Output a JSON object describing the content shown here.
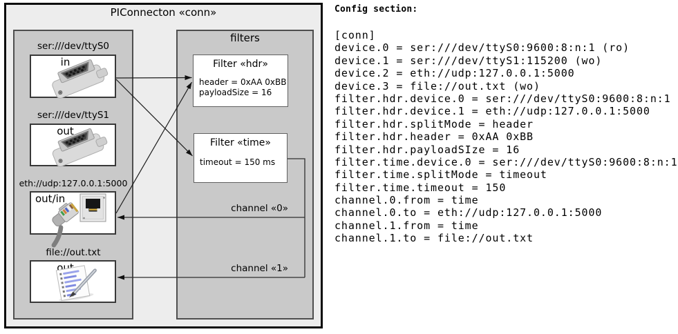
{
  "diagram": {
    "title": "PIConnecton «conn»",
    "devices": [
      {
        "label": "ser:///dev/ttyS0",
        "direction": "in",
        "icon": "serial-connector-icon"
      },
      {
        "label": "ser:///dev/ttyS1",
        "direction": "out",
        "icon": "serial-connector-icon"
      },
      {
        "label": "eth://udp:127.0.0.1:5000",
        "direction": "out/in",
        "icon": "ethernet-plug-icon"
      },
      {
        "label": "file://out.txt",
        "direction": "out",
        "icon": "notepad-pen-icon"
      }
    ],
    "filters_group": {
      "label": "filters",
      "filters": [
        {
          "title": "Filter «hdr»",
          "attributes": [
            "header = 0xAA 0xBB",
            "payloadSize = 16"
          ]
        },
        {
          "title": "Filter «time»",
          "attributes": [
            "timeout = 150 ms"
          ]
        }
      ]
    },
    "channels": [
      {
        "label": "channel «0»"
      },
      {
        "label": "channel «1»"
      }
    ]
  },
  "config": {
    "heading": "Config section:",
    "lines": [
      "[conn]",
      "device.0 = ser:///dev/ttyS0:9600:8:n:1 (ro)",
      "device.1 = ser:///dev/ttyS1:115200 (wo)",
      "device.2 = eth://udp:127.0.0.1:5000",
      "device.3 = file://out.txt (wo)",
      "filter.hdr.device.0 = ser:///dev/ttyS0:9600:8:n:1",
      "filter.hdr.device.1 = eth://udp:127.0.0.1:5000",
      "filter.hdr.splitMode = header",
      "filter.hdr.header = 0xAA 0xBB",
      "filter.hdr.payloadSIze = 16",
      "filter.time.device.0 = ser:///dev/ttyS0:9600:8:n:1",
      "filter.time.splitMode = timeout",
      "filter.time.timeout = 150",
      "channel.0.from = time",
      "channel.0.to = eth://udp:127.0.0.1:5000",
      "channel.1.from = time",
      "channel.1.to = file://out.txt"
    ]
  },
  "colors": {
    "outer_fill": "#ededed",
    "group_fill": "#c9c9c9",
    "box_fill": "#ffffff",
    "wire": "#1c1c1c",
    "text": "#000000"
  }
}
